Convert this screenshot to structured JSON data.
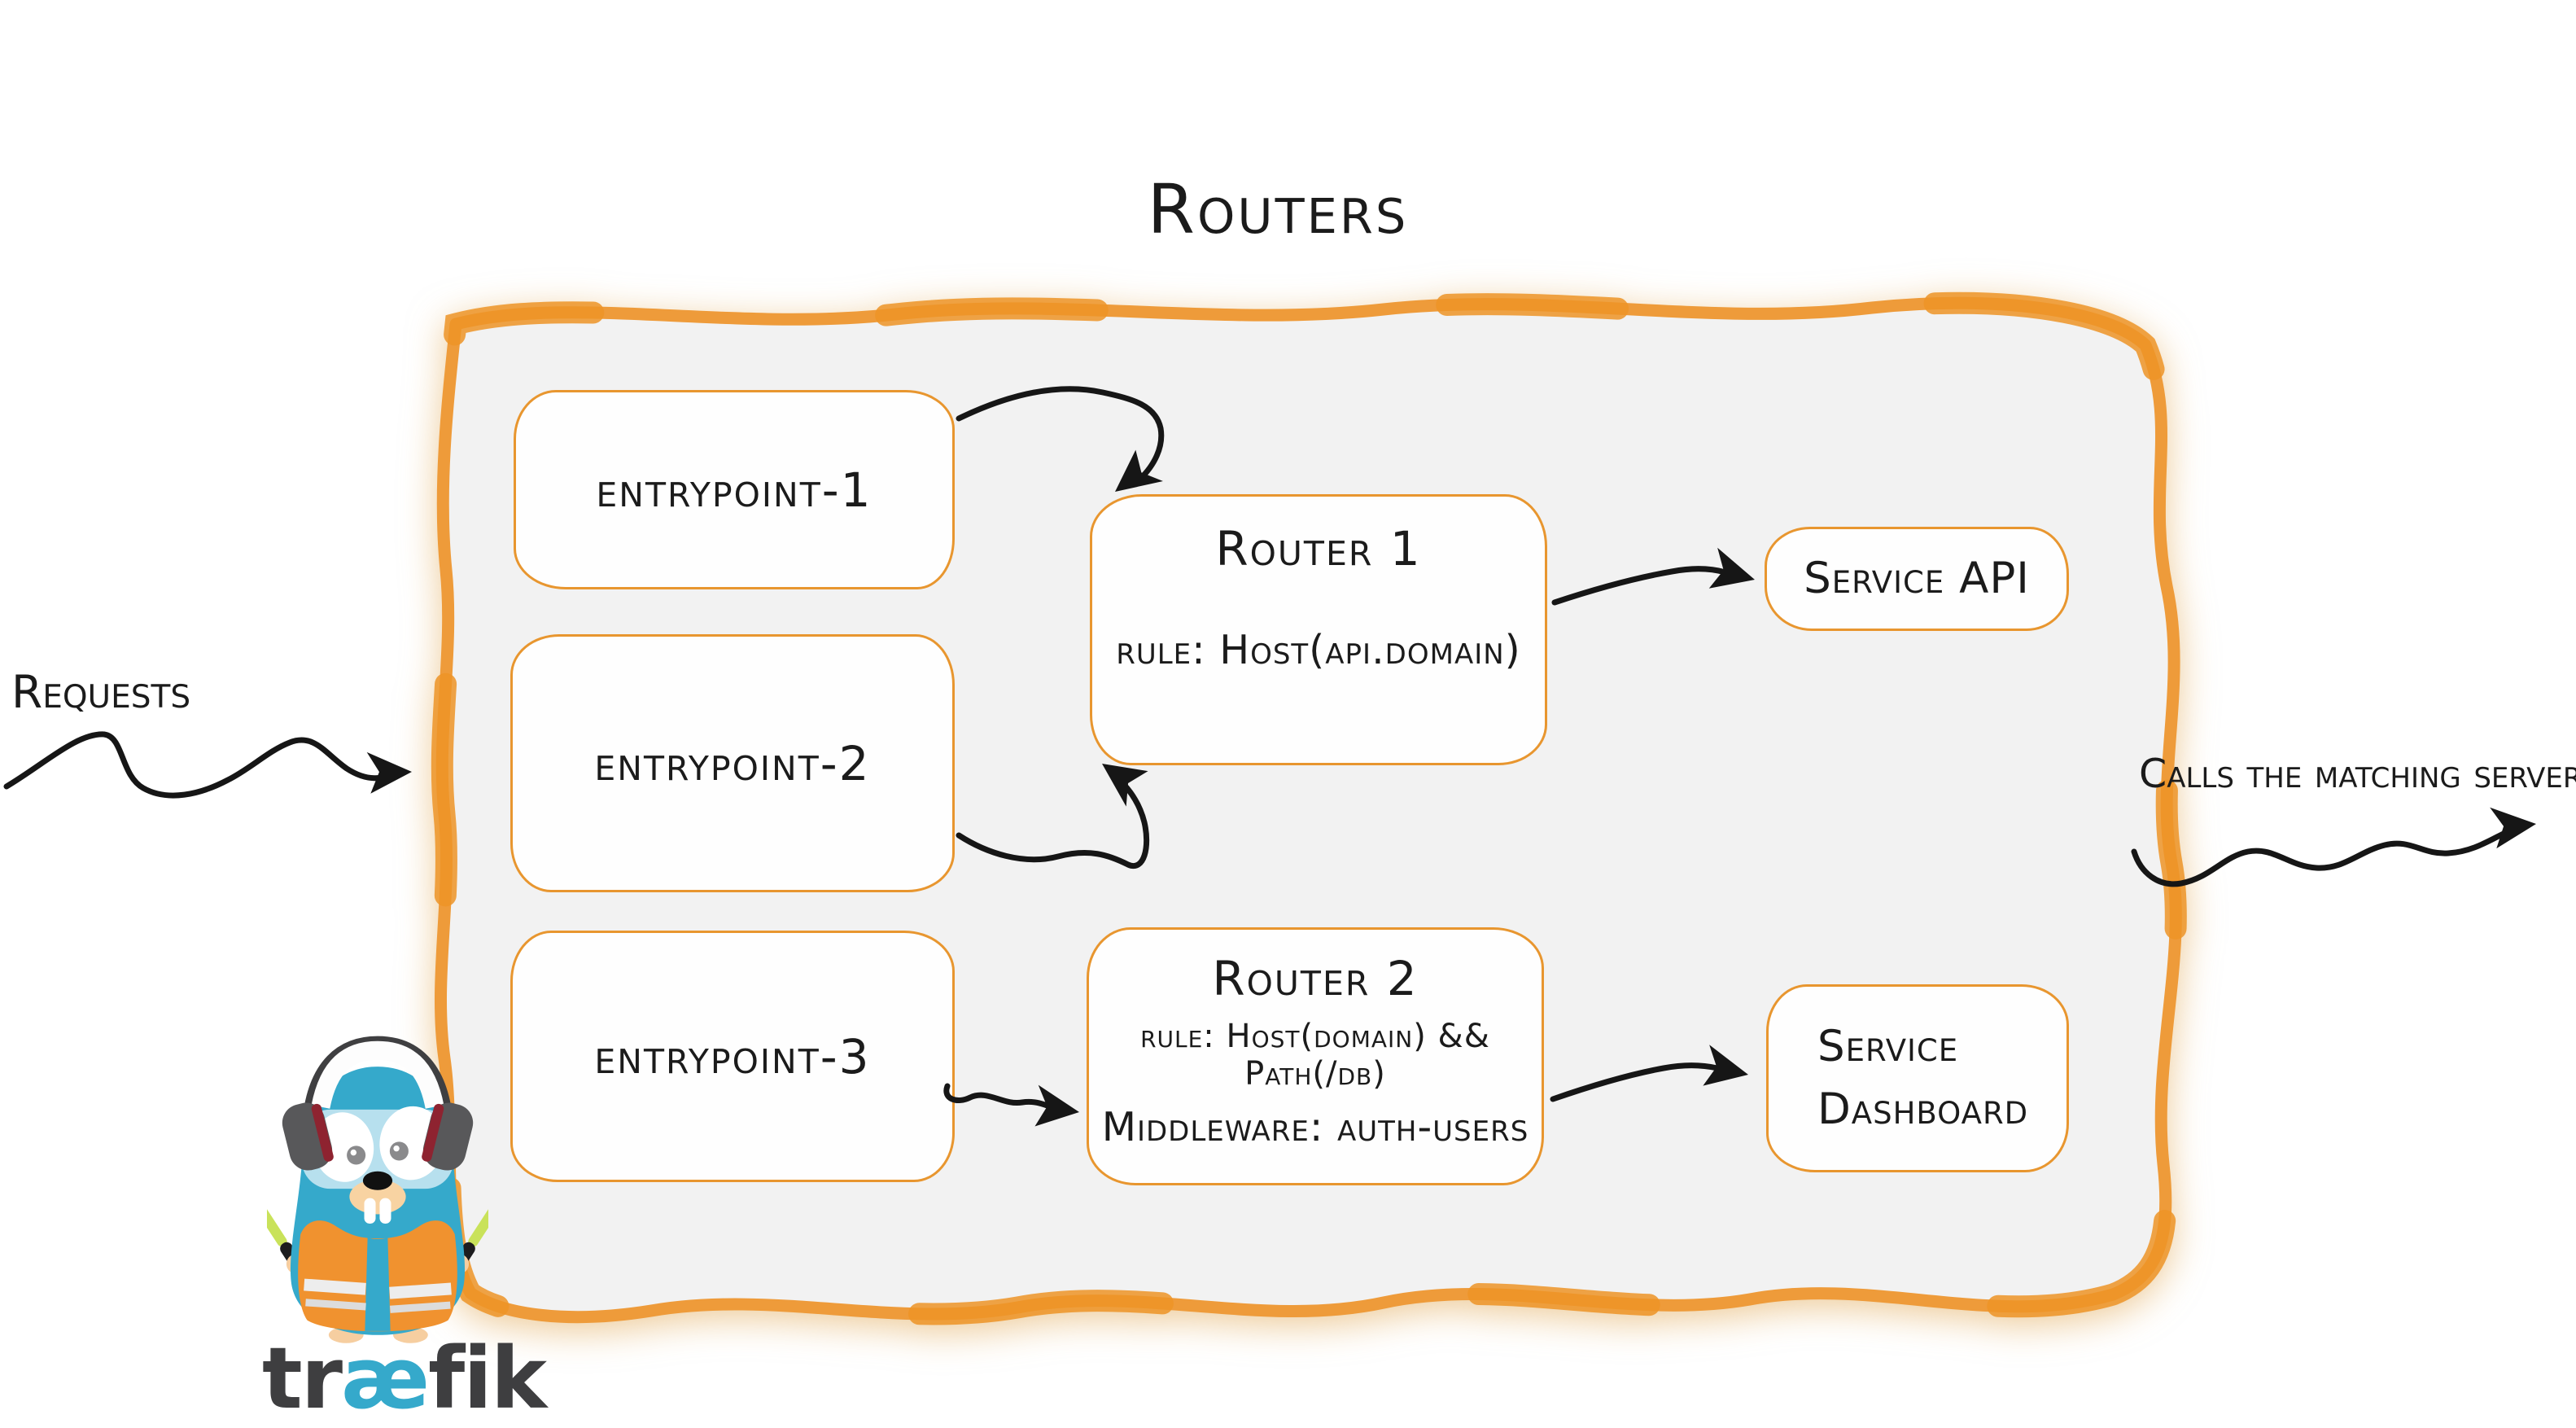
{
  "title": "Routers",
  "outer": {
    "requests_label": "Requests",
    "calls_label": "Calls the matching server"
  },
  "entrypoints": [
    {
      "label": "entrypoint-1"
    },
    {
      "label": "entrypoint-2"
    },
    {
      "label": "entrypoint-3"
    }
  ],
  "routers": [
    {
      "title": "Router 1",
      "rule": "rule: Host(api.domain)",
      "middleware": ""
    },
    {
      "title": "Router 2",
      "rule": "rule: Host(domain) && Path(/db)",
      "middleware": "Middleware: auth-users"
    }
  ],
  "services": [
    {
      "label": "Service API"
    },
    {
      "label": "Service Dashboard"
    }
  ],
  "logo": {
    "part1": "tr",
    "part2": "æ",
    "part3": "fik"
  },
  "colors": {
    "panel_border_orange": "#EE9B3A",
    "box_border_orange": "#E8962F",
    "panel_bg": "#F2F2F2",
    "ink": "#1B1B1B",
    "arrow_black": "#161616",
    "logo_teal": "#35A9CB",
    "logo_gray": "#3E3E40",
    "vest_orange": "#F0922F",
    "baton_green": "#C9E25A"
  }
}
